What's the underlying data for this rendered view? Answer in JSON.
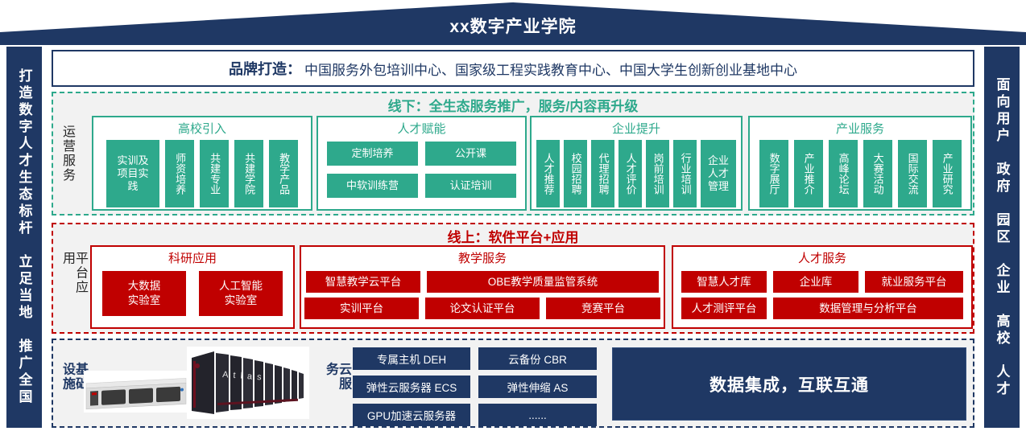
{
  "banner": {
    "title": "xx数字产业学院"
  },
  "sidebars": {
    "left": "打造数字人才生态标杆　立足当地　推广全国",
    "right": "面向用户　政府　园区　企业　高校　人才"
  },
  "brand": {
    "label": "品牌打造：",
    "content": "中国服务外包培训中心、国家级工程实践教育中心、中国大学生创新创业基地中心"
  },
  "offline": {
    "side_label": "运营服务",
    "header": "线下：全生态服务推广，服务/内容再升级",
    "groups": [
      {
        "title": "高校引入",
        "items": [
          "实训及项目实践",
          "师资培养",
          "共建专业",
          "共建学院",
          "教学产品"
        ]
      },
      {
        "title": "人才赋能",
        "items": [
          "定制培养",
          "公开课",
          "中软训练营",
          "认证培训"
        ]
      },
      {
        "title": "企业提升",
        "items": [
          "人才推荐",
          "校园招聘",
          "代理招聘",
          "人才评价",
          "岗前培训",
          "行业培训",
          "企业人才管理"
        ]
      },
      {
        "title": "产业服务",
        "items": [
          "数字展厅",
          "产业推介",
          "高峰论坛",
          "大赛活动",
          "国际交流",
          "产业研究"
        ]
      }
    ]
  },
  "online": {
    "side_label": "平台应用",
    "header": "线上：软件平台+应用",
    "groups": [
      {
        "title": "科研应用",
        "items": [
          "大数据实验室",
          "人工智能实验室"
        ]
      },
      {
        "title": "教学服务",
        "items": [
          "智慧教学云平台",
          "OBE教学质量监管系统",
          "实训平台",
          "论文认证平台",
          "竞赛平台"
        ]
      },
      {
        "title": "人才服务",
        "items": [
          "智慧人才库",
          "企业库",
          "就业服务平台",
          "人才测评平台",
          "数据管理与分析平台"
        ]
      }
    ]
  },
  "infrastructure": {
    "side_label": "基础设施",
    "cloud_label": "云服务",
    "cluster_image_text": "Atlas",
    "cloud_services": [
      "专属主机 DEH",
      "云备份 CBR",
      "弹性云服务器 ECS",
      "弹性伸缩 AS",
      "GPU加速云服务器",
      "......"
    ],
    "data_banner": "数据集成，互联互通"
  },
  "colors": {
    "navy": "#1f3864",
    "green": "#2ea98c",
    "red": "#c00000",
    "section_bg": "#f2f2f2"
  }
}
